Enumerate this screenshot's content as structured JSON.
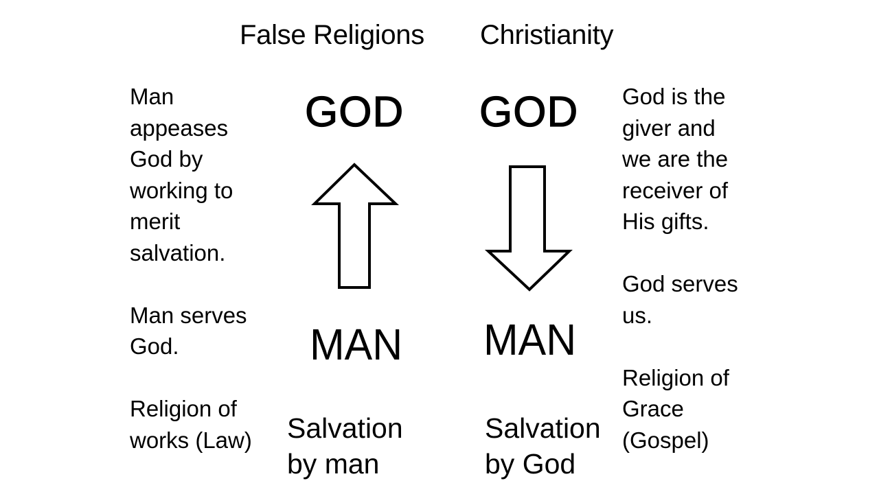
{
  "headers": {
    "left": "False Religions",
    "right": "Christianity"
  },
  "false_religions": {
    "top_label": "GOD",
    "bottom_label": "MAN",
    "arrow_direction": "up",
    "description_lines": [
      "Man",
      "appeases",
      "God by",
      "working to",
      "merit",
      "salvation."
    ],
    "serves_lines": [
      "Man serves",
      "God."
    ],
    "religion_lines": [
      "Religion of",
      "works (Law)"
    ],
    "salvation_lines": [
      "Salvation",
      "by man"
    ]
  },
  "christianity": {
    "top_label": "GOD",
    "bottom_label": "MAN",
    "arrow_direction": "down",
    "description_lines": [
      "God is the",
      "giver and",
      "we are the",
      "receiver of",
      "His gifts."
    ],
    "serves_lines": [
      "God serves",
      "us."
    ],
    "religion_lines": [
      "Religion of",
      "Grace",
      "(Gospel)"
    ],
    "salvation_lines": [
      "Salvation",
      "by God"
    ]
  },
  "colors": {
    "background": "#ffffff",
    "text": "#000000",
    "stroke": "#000000"
  }
}
